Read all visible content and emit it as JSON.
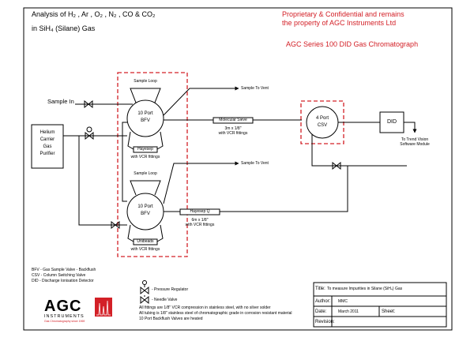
{
  "header": {
    "analysis_line1": "Analysis of  H₂ , Ar , O₂ , N₂ , CO & CO₂",
    "analysis_line2": "in SiH₄ (Silane) Gas",
    "proprietary_line1": "Proprietary & Confidential and remains",
    "proprietary_line2": "the property of AGC Instruments Ltd",
    "product_title": "AGC Series 100 DID Gas Chromatograph"
  },
  "colors": {
    "accent": "#d32027",
    "line": "#000000"
  },
  "diagram": {
    "sample_in": "Sample In",
    "carrier": [
      "Helium",
      "Carrier",
      "Gas",
      "Purifier"
    ],
    "sample_loop_top": "Sample Loop",
    "sample_loop_bottom": "Sample Loop",
    "bfv_top": [
      "10 Port",
      "BFV"
    ],
    "bfv_bottom": [
      "10 Port",
      "BFV"
    ],
    "csv": [
      "4 Port",
      "CSV"
    ],
    "did": "DID",
    "sample_to_vent_1": "Sample To Vent",
    "sample_to_vent_2": "Sample To Vent",
    "molecular_sieve": "Molecular Sieve",
    "mol_sieve_spec": [
      "3m x 1/8\"",
      "with VCR fittings"
    ],
    "hayesep_top": "Hayesep",
    "hayesep_top_note": "with VCR fittings",
    "hayesep_q": "Hayesep Q",
    "hayesep_q_spec": [
      "6m x 1/8\"",
      "with VCR fittings"
    ],
    "unibeads": "Unibeads",
    "unibeads_note": "with VCR fittings",
    "trend_vision": [
      "To Trend Vision",
      "Software Module"
    ]
  },
  "legend": {
    "bfv": "BFV - Gas Sample Valve - Backflush",
    "csv": "CSV - Column Switching Valve",
    "did": "DID - Discharge Ionisation Detector",
    "pressure_regulator": "- Pressure Regulator",
    "needle_valve": "- Needle Valve",
    "notes": [
      "All fittings are 1/8\" VCR compression in stainless steel, with no silver solder",
      "All tubing is 1/8\" stainless steel of chromatographic grade in corrosion resistant material",
      "10 Port Backflush Valves are heated"
    ]
  },
  "logo": {
    "name": "AGC",
    "sub": "INSTRUMENTS",
    "tagline": "Gas Chromatography since 1969"
  },
  "title_block": {
    "title_label": "Title:",
    "title_value": "To measure Impurities in Silane (SiH₄) Gas",
    "author_label": "Author:",
    "author_value": "MMC",
    "date_label": "Date:",
    "date_value": "March 2011",
    "sheet_label": "Sheet:",
    "sheet_value": "",
    "revision_label": "Revision:",
    "revision_value": ""
  }
}
